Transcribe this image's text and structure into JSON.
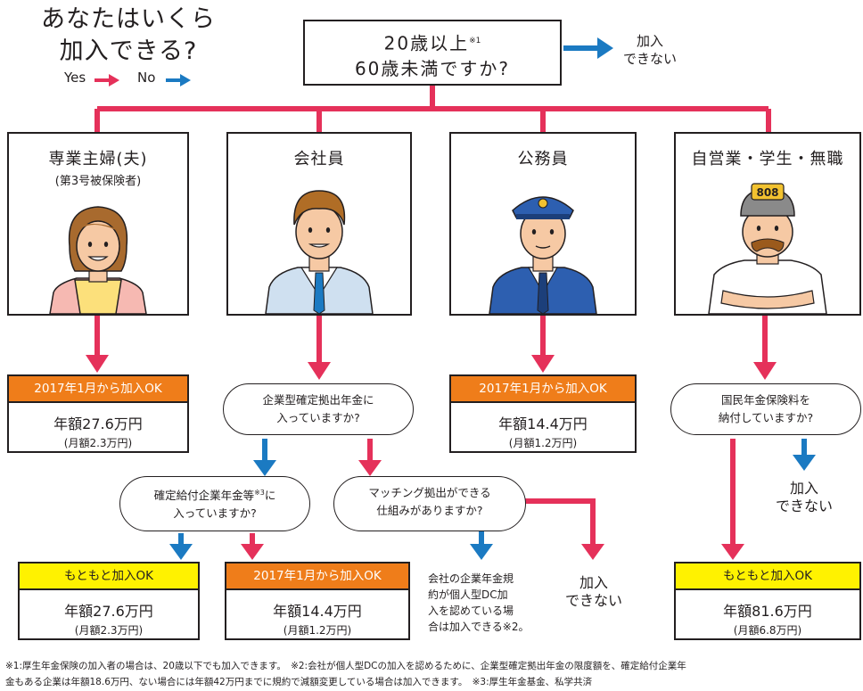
{
  "title": [
    "あなたはいくら",
    "加入できる?"
  ],
  "legend": {
    "yes": "Yes",
    "no": "No"
  },
  "colors": {
    "yes": "#e5315a",
    "no": "#1b7ac2",
    "orange": "#ef7d1a",
    "yellow": "#fff200"
  },
  "question": {
    "line1": "20歳以上",
    "mark": "※1",
    "line2": "60歳未満ですか?"
  },
  "top_no": {
    "line1": "加入",
    "line2": "できない"
  },
  "categories": [
    {
      "title": "専業主婦(夫)",
      "sub": "(第3号被保険者)",
      "icon": "housewife-illustration"
    },
    {
      "title": "会社員",
      "sub": "",
      "icon": "office-worker-illustration"
    },
    {
      "title": "公務員",
      "sub": "",
      "icon": "civil-servant-illustration"
    },
    {
      "title": "自営業・学生・無職",
      "sub": "",
      "icon": "self-employed-illustration"
    }
  ],
  "questions": {
    "corporate_dc": {
      "line1": "企業型確定拠出年金に",
      "line2": "入っていますか?"
    },
    "pension_fee": {
      "line1": "国民年金保険料を",
      "line2": "納付していますか?"
    },
    "db": {
      "line1": "確定給付企業年金等",
      "mark": "※3",
      "line1_end": "に",
      "line2": "入っていますか?"
    },
    "matching": {
      "line1": "マッチング拠出ができる",
      "line2": "仕組みがありますか?"
    }
  },
  "results": {
    "housewife": {
      "head": "2017年1月から加入OK",
      "annual": "年額27.6万円",
      "monthly": "(月額2.3万円)"
    },
    "civil": {
      "head": "2017年1月から加入OK",
      "annual": "年額14.4万円",
      "monthly": "(月額1.2万円)"
    },
    "db_yes": {
      "head": "もともと加入OK",
      "annual": "年額27.6万円",
      "monthly": "(月額2.3万円)"
    },
    "db_no": {
      "head": "2017年1月から加入OK",
      "annual": "年額14.4万円",
      "monthly": "(月額1.2万円)"
    },
    "self": {
      "head": "もともと加入OK",
      "annual": "年額81.6万円",
      "monthly": "(月額6.8万円)"
    }
  },
  "pension_no": {
    "line1": "加入",
    "line2": "できない"
  },
  "matching_no": {
    "line1": "加入",
    "line2": "できない"
  },
  "matching_yes_text": [
    "会社の企業年金規",
    "約が個人型DC加",
    "入を認めている場",
    "合は加入できる※2。"
  ],
  "notes": [
    "※1:厚生年金保険の加入者の場合は、20歳以下でも加入できます。　※2:会社が個人型DCの加入を認めるために、企業型確定拠出年金の限度額を、確定給付企業年",
    "金もある企業は年額18.6万円、ない場合には年額42万円までに規約で減額変更している場合は加入できます。　※3:厚生年金基金、私学共済"
  ]
}
